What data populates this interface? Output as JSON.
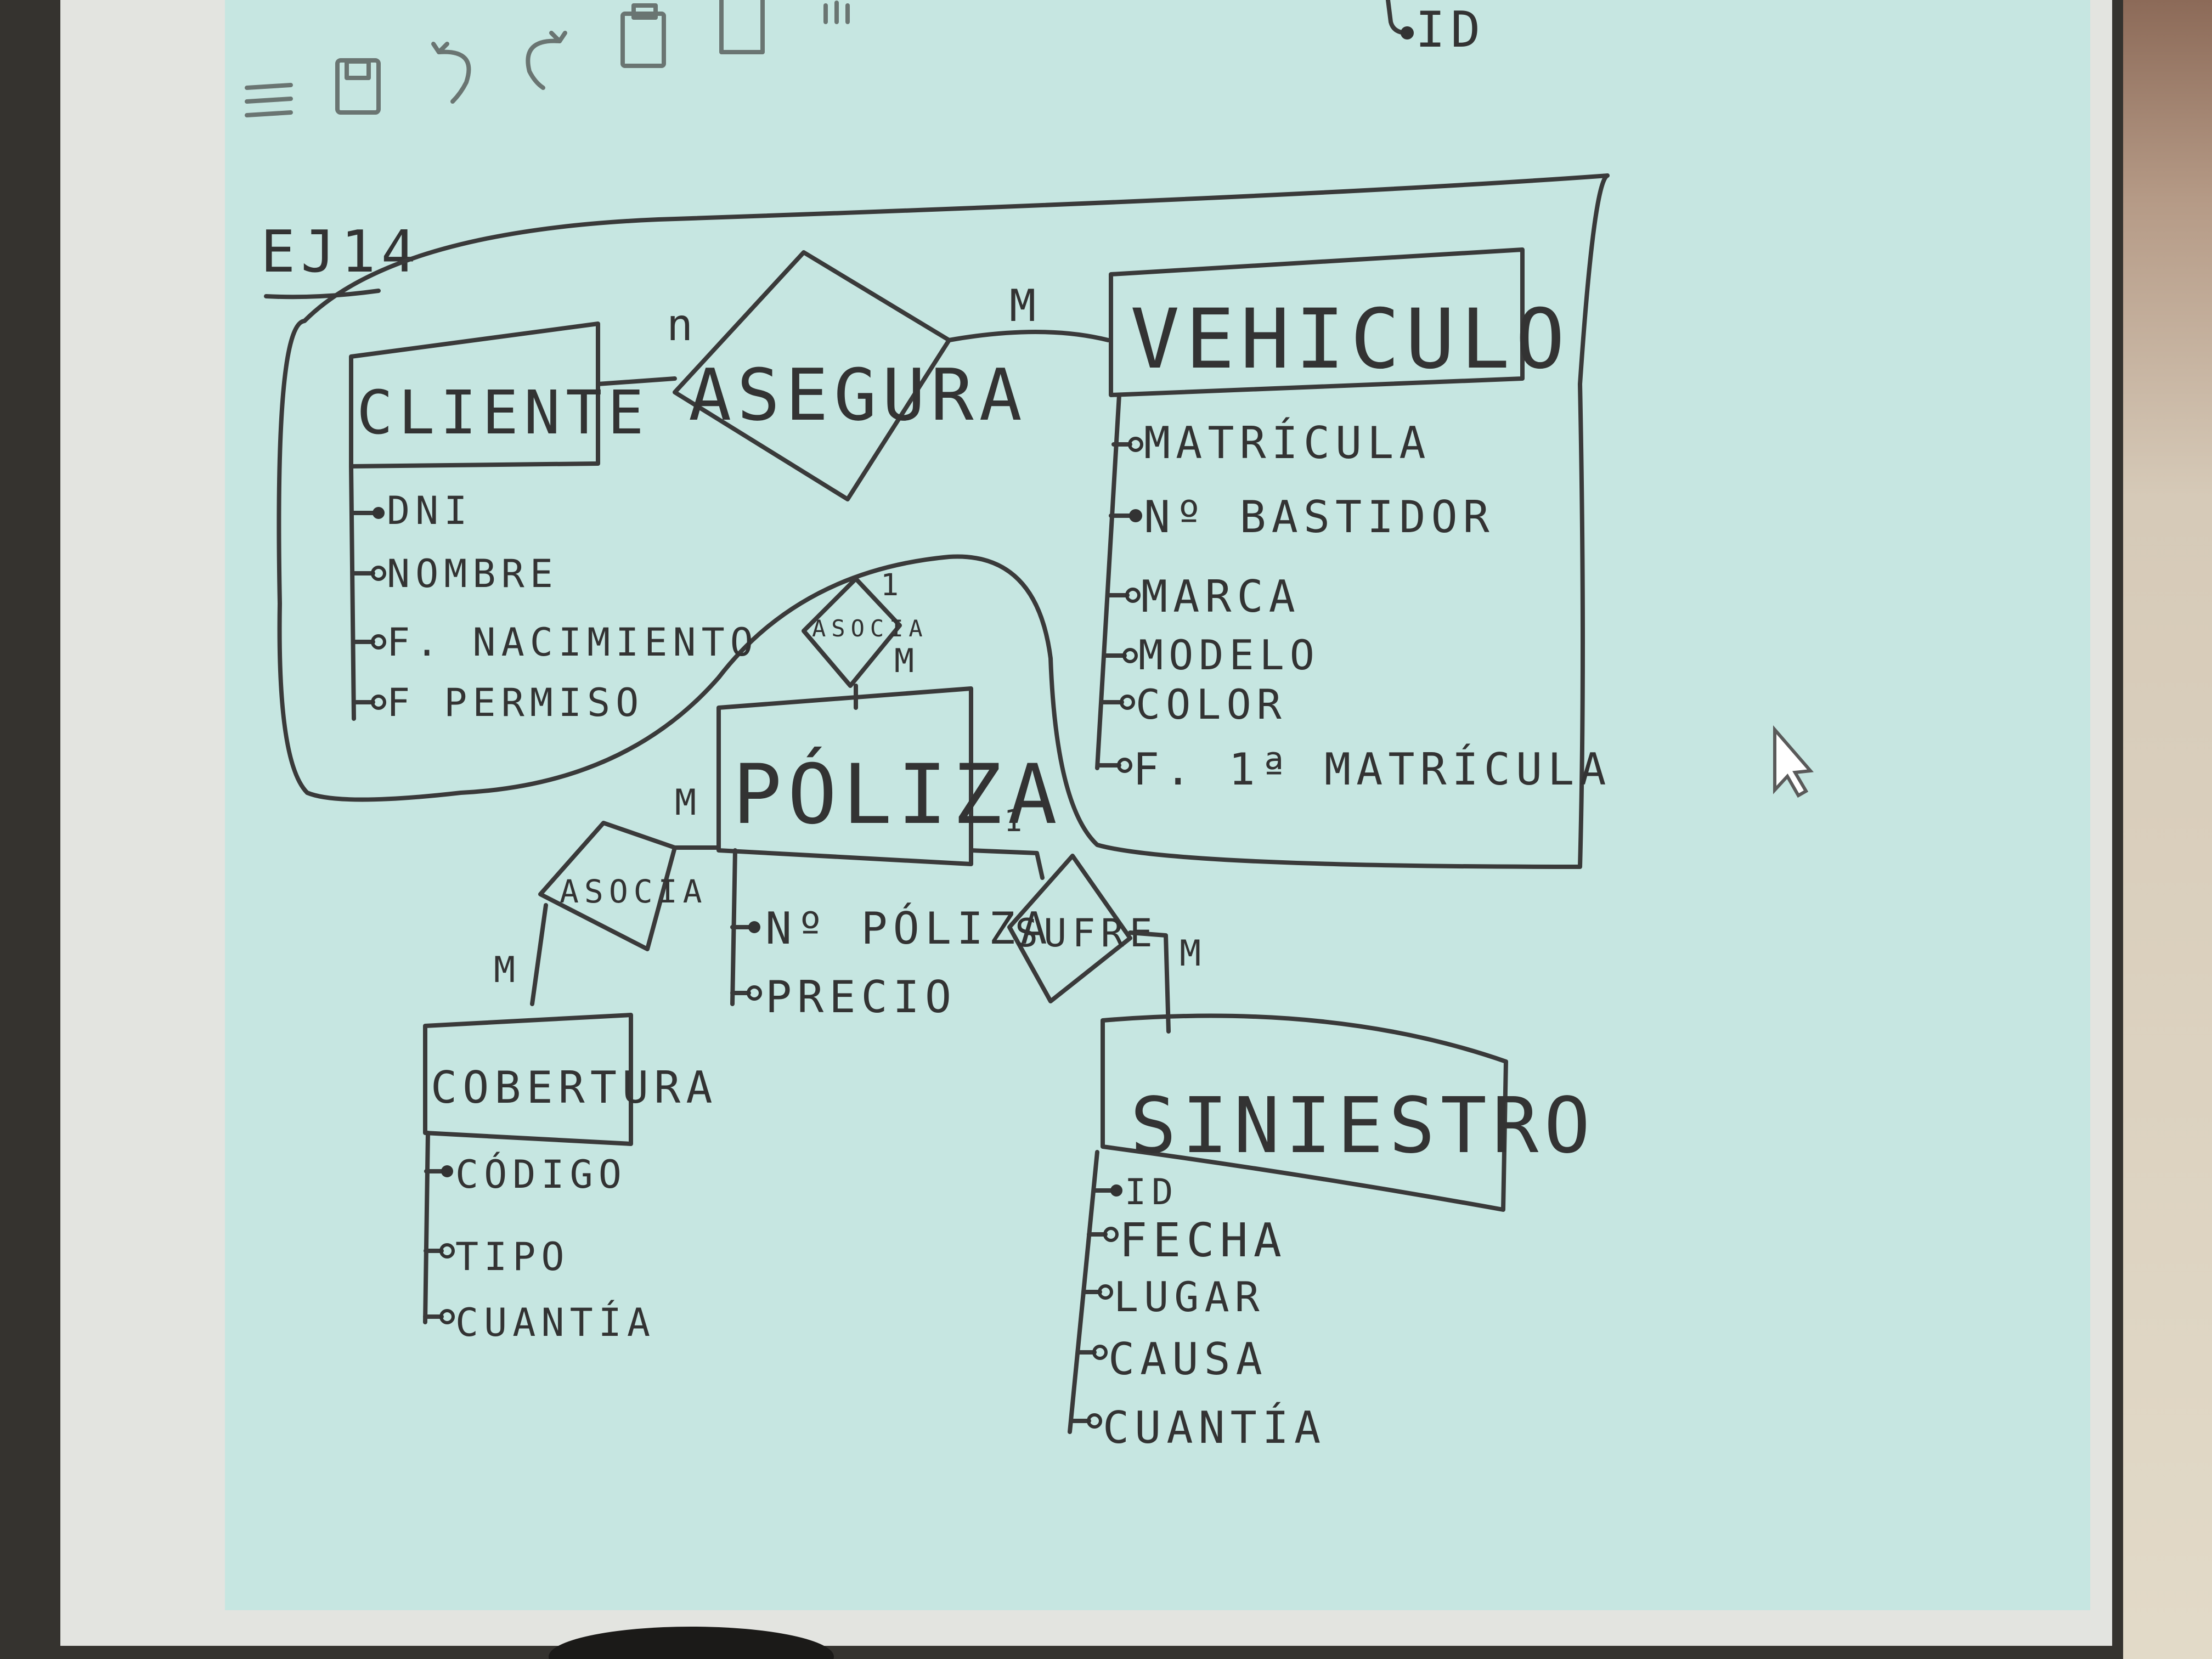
{
  "title": "EJ14",
  "entities": {
    "cliente": "CLIENTE",
    "vehiculo": "VEHICULO",
    "poliza": "PÓLIZA",
    "cobertura": "COBERTURA",
    "siniestro": "SINIESTRO"
  },
  "relationships": {
    "asegura": "ASEGURA",
    "asocia_vehiculo": "ASOCIA",
    "asocia_cobertura": "ASOCIA",
    "sufre": "SUFRE"
  },
  "cardinalities": {
    "asegura_cliente": "n",
    "asegura_vehiculo": "M",
    "asocia_top": "1",
    "asocia_poliza": "M",
    "asocia_cob_poliza": "M",
    "asocia_cob_cobertura": "M",
    "sufre_poliza": "1",
    "sufre_siniestro": "M"
  },
  "attributes": {
    "cliente": [
      "DNI",
      "NOMBRE",
      "F. NACIMIENTO",
      "F PERMISO"
    ],
    "vehiculo": [
      "MATRÍCULA",
      "Nº BASTIDOR",
      "MARCA",
      "MODELO",
      "COLOR",
      "F. 1ª MATRÍCULA"
    ],
    "poliza": [
      "Nº PÓLIZA",
      "PRECIO"
    ],
    "cobertura": [
      "CÓDIGO",
      "TIPO",
      "CUANTÍA"
    ],
    "siniestro": [
      "ID",
      "FECHA",
      "LUGAR",
      "CAUSA",
      "CUANTÍA"
    ]
  },
  "top_label": "ID",
  "toolbar": {
    "icons": [
      "menu-icon",
      "save-icon",
      "undo-icon",
      "redo-icon",
      "clipboard-icon",
      "page-icon"
    ],
    "colors": {
      "board": "#c6e6e1",
      "ink": "#333333"
    }
  }
}
